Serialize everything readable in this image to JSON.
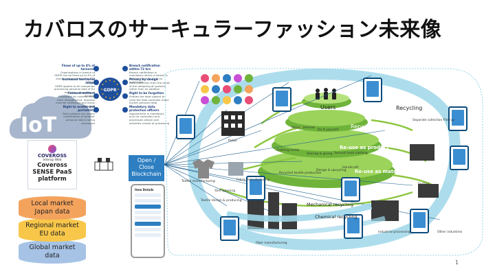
{
  "title": "カバロスのサーキュラーファッション未来像",
  "cloud": {
    "text": "IoT"
  },
  "platform": {
    "small_top": "Interop Web",
    "brand": "COVEROSS",
    "name_line1": "Coveross",
    "name_line2": "SENSE PaaS",
    "name_line3": "platform"
  },
  "databases": {
    "local": {
      "line1": "Local market",
      "line2": "Japan data"
    },
    "regional": {
      "line1": "Regional market",
      "line2": "EU data"
    },
    "global": {
      "line1": "Global market",
      "line2": "data"
    }
  },
  "gdpr": {
    "center": "GDPR",
    "items": [
      {
        "head": "Flows of up to 4% of turnover",
        "body": "Organisations in breach of GDPR can be fined up to 4% of annual global turnover or €20 Million"
      },
      {
        "head": "Increased territorial scope",
        "body": "GDPR applies to all companies processing personal data of EU residents, regardless of location"
      },
      {
        "head": "Consent matters",
        "body": "Conditions for consent have been strengthened, requests must be intelligible and easily accessible"
      },
      {
        "head": "Right to access and portability",
        "body": "Data subjects can obtain confirmation of whether personal data is being processed"
      },
      {
        "head": "Breach notification within 72 hrs",
        "body": "Breach notification is mandatory where a breach is likely to result in a risk to individuals"
      },
      {
        "head": "Privacy by design",
        "body": "Data protection from the onset of the designing of systems, rather than an addition"
      },
      {
        "head": "Right to be forgotten",
        "body": "Entitles the data subject to have the data controller erase his/her personal data"
      },
      {
        "head": "Mandatory data protection officers",
        "body": "Appointment is mandatory only for controllers and processors whose core activities consist of processing"
      }
    ]
  },
  "blockchain": {
    "line1": "Open /",
    "line2": "Close",
    "line3": "Blockchain"
  },
  "phone": {
    "title": "Item Details"
  },
  "labels": {
    "users": "Users",
    "repair": "Repair",
    "reuse_product": "Re-use as product",
    "reuse_material": "Re-use as material",
    "recycling": "Recycling",
    "mechanical_recycling": "Mechanical recycling",
    "chemical_recycling": "Chemical recycling",
    "repair_services": "Repair services",
    "used_shop": "Do it yourself",
    "clothing_rental": "Clothing rental",
    "sharing_giving": "Sharing & giving",
    "second_hand": "Second hand clothing",
    "recycled_textile": "Recycled textile production",
    "design_upcycling": "Design & upcycling",
    "handicraft": "Handicraft",
    "retail": "Retail",
    "textile_manufacturing": "Textile manufacturing",
    "yarn_spinning": "Yarn spinning",
    "fabric_manufacturing": "Fabric manufacturing",
    "textile_design": "Textile design & producing",
    "fiber_manufacturing": "Fiber manufacturing",
    "separate_collection": "Separate collection Pick-up",
    "sorting": "Sorting",
    "industrial_processing": "Industrial processing",
    "other_industries": "Other industries"
  },
  "page_number": "1",
  "colors": {
    "ring_light": "#9fd7e9",
    "arrow_green": "#8cc63f",
    "platform_blue": "#2e7fc1",
    "db_local": "#f4a35d",
    "db_regional": "#f8c74a",
    "db_global": "#a6c3e6"
  }
}
